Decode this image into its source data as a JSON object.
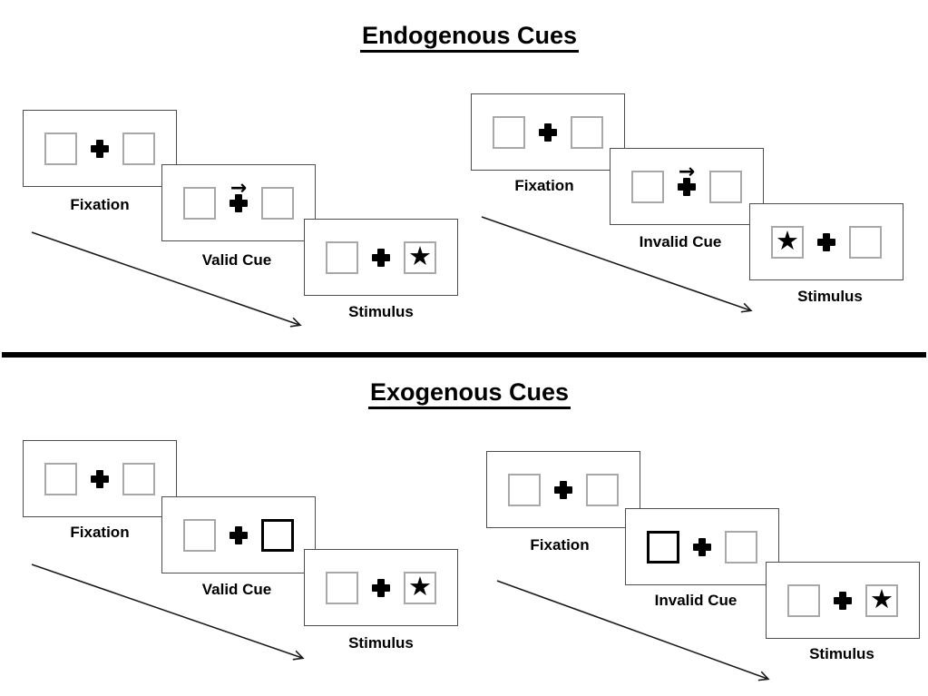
{
  "colors": {
    "background": "#ffffff",
    "panel_border": "#4d4d4d",
    "square_border": "#a8a8a8",
    "highlight_border": "#000000",
    "ink": "#000000"
  },
  "glyphs": {
    "star": "★",
    "cue_arrow": "→"
  },
  "sections": [
    {
      "name": "endogenous",
      "title": "Endogenous Cues",
      "trials": [
        {
          "name": "valid",
          "steps": [
            {
              "label": "Fixation",
              "cue_arrow": false,
              "left": {
                "star": false,
                "bold": false
              },
              "right": {
                "star": false,
                "bold": false
              }
            },
            {
              "label": "Valid Cue",
              "cue_arrow": true,
              "left": {
                "star": false,
                "bold": false
              },
              "right": {
                "star": false,
                "bold": false
              }
            },
            {
              "label": "Stimulus",
              "cue_arrow": false,
              "left": {
                "star": false,
                "bold": false
              },
              "right": {
                "star": true,
                "bold": false
              }
            }
          ]
        },
        {
          "name": "invalid",
          "steps": [
            {
              "label": "Fixation",
              "cue_arrow": false,
              "left": {
                "star": false,
                "bold": false
              },
              "right": {
                "star": false,
                "bold": false
              }
            },
            {
              "label": "Invalid Cue",
              "cue_arrow": true,
              "left": {
                "star": false,
                "bold": false
              },
              "right": {
                "star": false,
                "bold": false
              }
            },
            {
              "label": "Stimulus",
              "cue_arrow": false,
              "left": {
                "star": true,
                "bold": false
              },
              "right": {
                "star": false,
                "bold": false
              }
            }
          ]
        }
      ]
    },
    {
      "name": "exogenous",
      "title": "Exogenous Cues",
      "trials": [
        {
          "name": "valid",
          "steps": [
            {
              "label": "Fixation",
              "cue_arrow": false,
              "left": {
                "star": false,
                "bold": false
              },
              "right": {
                "star": false,
                "bold": false
              }
            },
            {
              "label": "Valid Cue",
              "cue_arrow": false,
              "left": {
                "star": false,
                "bold": false
              },
              "right": {
                "star": false,
                "bold": true
              }
            },
            {
              "label": "Stimulus",
              "cue_arrow": false,
              "left": {
                "star": false,
                "bold": false
              },
              "right": {
                "star": true,
                "bold": false
              }
            }
          ]
        },
        {
          "name": "invalid",
          "steps": [
            {
              "label": "Fixation",
              "cue_arrow": false,
              "left": {
                "star": false,
                "bold": false
              },
              "right": {
                "star": false,
                "bold": false
              }
            },
            {
              "label": "Invalid Cue",
              "cue_arrow": false,
              "left": {
                "star": false,
                "bold": true
              },
              "right": {
                "star": false,
                "bold": false
              }
            },
            {
              "label": "Stimulus",
              "cue_arrow": false,
              "left": {
                "star": false,
                "bold": false
              },
              "right": {
                "star": true,
                "bold": false
              }
            }
          ]
        }
      ]
    }
  ]
}
